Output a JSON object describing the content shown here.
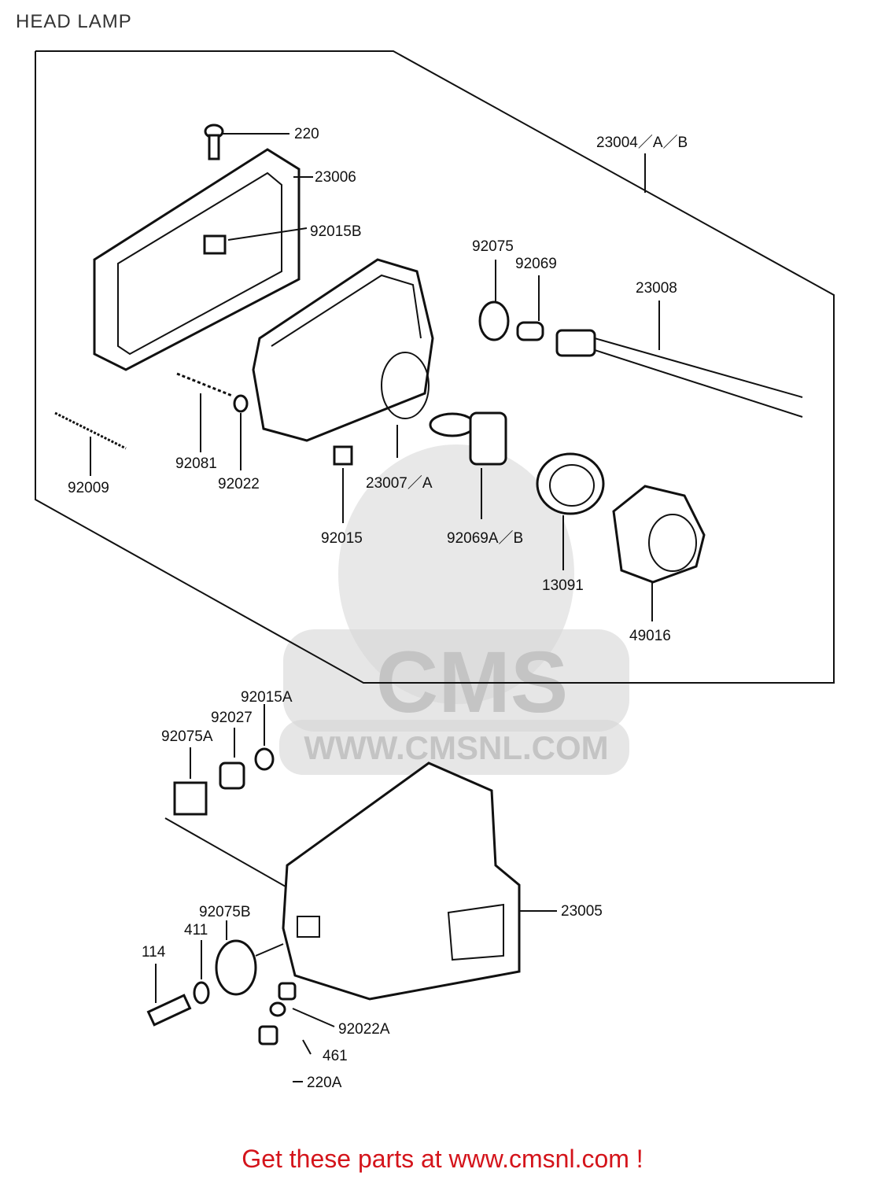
{
  "title": "HEAD LAMP",
  "watermark": {
    "logo_text": "CMS",
    "url_text": "WWW.CMSNL.COM"
  },
  "footer": "Get these parts at www.cmsnl.com !",
  "colors": {
    "footer": "#d4141b",
    "watermark": "#d6d6d6",
    "ink": "#111111"
  },
  "labels": {
    "p220": "220",
    "p23006": "23006",
    "p92015B": "92015B",
    "p23004": "23004／A／B",
    "p92075": "92075",
    "p92069": "92069",
    "p23008": "23008",
    "p92081": "92081",
    "p92022": "92022",
    "p92009": "92009",
    "p23007": "23007／A",
    "p92015": "92015",
    "p92069AB": "92069A／B",
    "p13091": "13091",
    "p49016": "49016",
    "p92015A": "92015A",
    "p92027": "92027",
    "p92075A": "92075A",
    "p23005": "23005",
    "p92075B": "92075B",
    "p411": "411",
    "p114": "114",
    "p92022A": "92022A",
    "p461": "461",
    "p220A": "220A"
  }
}
